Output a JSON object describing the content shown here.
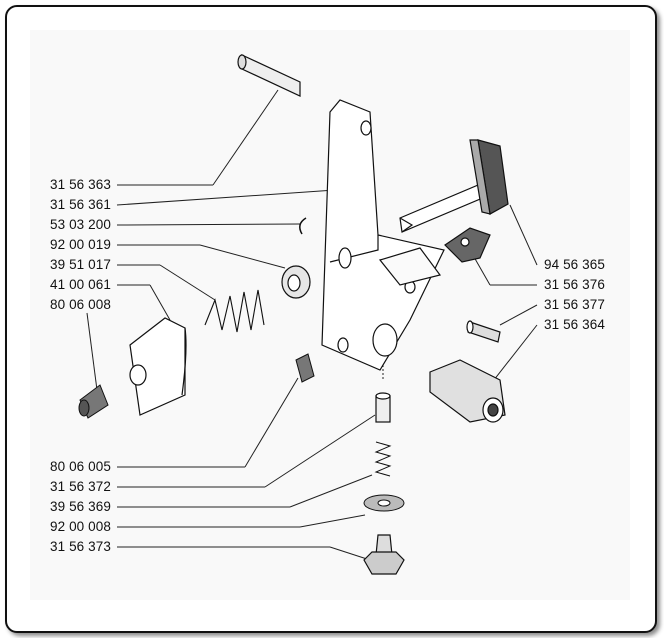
{
  "diagram": {
    "title": "Exploded parts diagram",
    "left_labels": [
      "31 56 363",
      "31 56 361",
      "53 03 200",
      "92 00 019",
      "39 51 017",
      "41 00 061",
      "80 06 008"
    ],
    "bottom_labels": [
      "80 06 005",
      "31 56 372",
      "39 56 369",
      "92 00 008",
      "31 56 373"
    ],
    "right_labels": [
      "94 56 365",
      "31 56 376",
      "31 56 377",
      "31 56 364"
    ]
  }
}
